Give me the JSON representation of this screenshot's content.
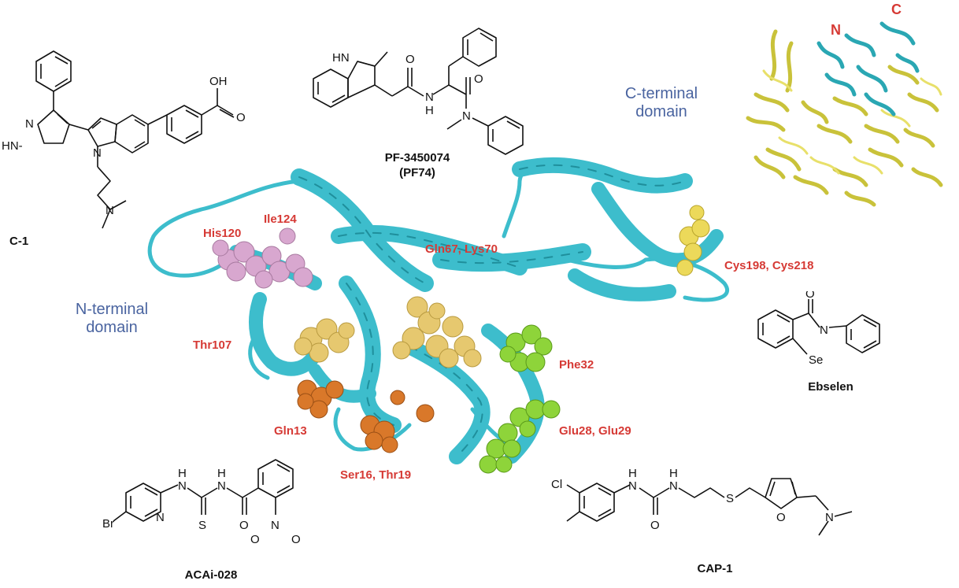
{
  "domains": {
    "n_terminal": [
      "N-terminal",
      "domain"
    ],
    "c_terminal": [
      "C-terminal",
      "domain"
    ]
  },
  "termini": {
    "n": "N",
    "c": "C"
  },
  "residues": {
    "his120": "His120",
    "ile124": "Ile124",
    "gln67_lys70": "Gln67, Lys70",
    "cys198_cys218": "Cys198, Cys218",
    "thr107": "Thr107",
    "phe32": "Phe32",
    "gln13": "Gln13",
    "glu28_glu29": "Glu28, Glu29",
    "ser16_thr19": "Ser16, Thr19"
  },
  "compounds": {
    "c1": "C-1",
    "pf74_line1": "PF-3450074",
    "pf74_line2": "(PF74)",
    "ebselen": "Ebselen",
    "acai": "ACAi-028",
    "cap1": "CAP-1"
  },
  "atoms": {
    "oh": "OH",
    "o": "O",
    "n": "N",
    "hn": "HN",
    "h": "H",
    "nh": "NH",
    "se": "Se",
    "s": "S",
    "cl": "Cl",
    "br": "Br",
    "hn_pyrazole": "HN-"
  },
  "colors": {
    "ribbon": "#3dbdcc",
    "ribbon_dark": "#1f8f9c",
    "pink": "#d8a7cf",
    "tan": "#e6c86f",
    "orange": "#d9782a",
    "green": "#8ed43a",
    "yellow": "#ecd95a",
    "hexamer": "#c9c23a",
    "label_red": "#d63a35",
    "label_blue": "#4a64a0"
  }
}
